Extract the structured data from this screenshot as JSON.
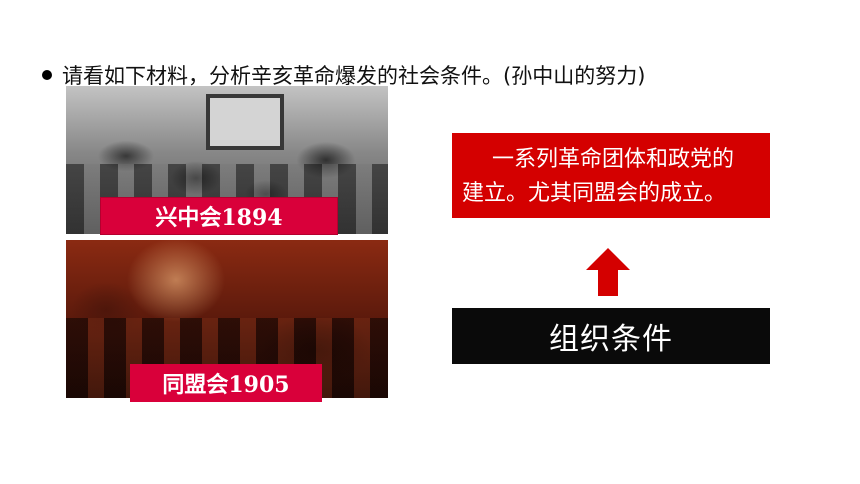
{
  "slide": {
    "bullet_text": "请看如下材料，分析辛亥革命爆发的社会条件。(孙中山的努力)",
    "photo_1_caption": "兴中会1894",
    "photo_2_caption": "同盟会1905",
    "red_box_line_1": "一系列革命团体和政党的",
    "red_box_line_2": "建立。尤其同盟会的成立。",
    "black_box_text": "组织条件"
  },
  "colors": {
    "caption_red": "#d9003a",
    "box_red": "#d40000",
    "box_black": "#0a0a0a"
  }
}
